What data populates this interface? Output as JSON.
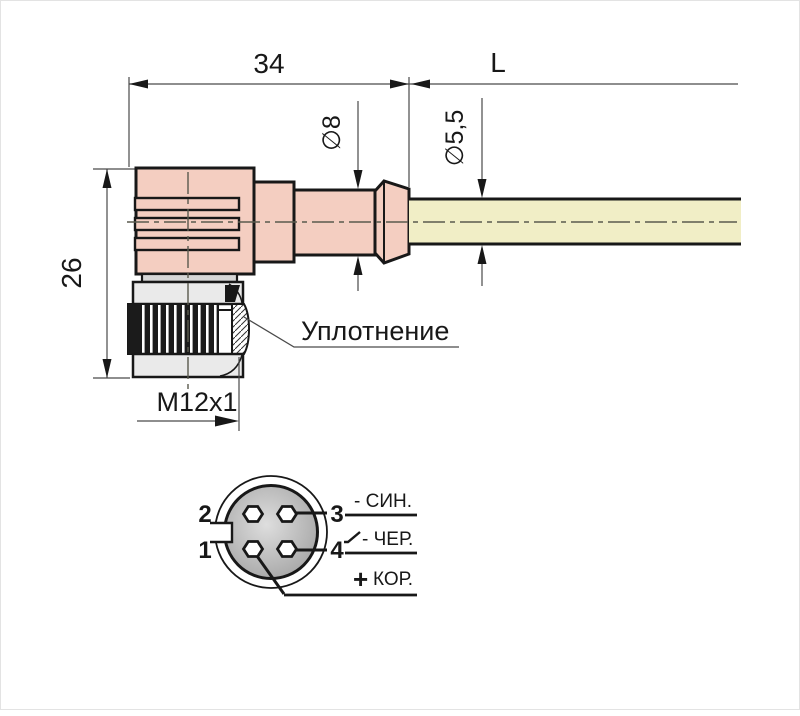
{
  "dimensions": {
    "body_length": "34",
    "cable_length": "L",
    "body_height": "26",
    "thread_spec": "M12x1",
    "gland_diameter": "∅8",
    "cable_diameter": "∅5,5"
  },
  "labels": {
    "seal": "Уплотнение"
  },
  "pinout": {
    "pin_top_left": "2",
    "pin_bottom_left": "1",
    "pin_top_right": "3",
    "pin_bottom_right": "4",
    "wire_blue": "- СИН.",
    "wire_black": "- ЧЕР.",
    "wire_brown_sign": "+",
    "wire_brown": "КОР."
  },
  "colors": {
    "connector_body": "#f4cec1",
    "cable": "#f1eec6",
    "metal": "#eaeaea",
    "outline": "#181818"
  }
}
